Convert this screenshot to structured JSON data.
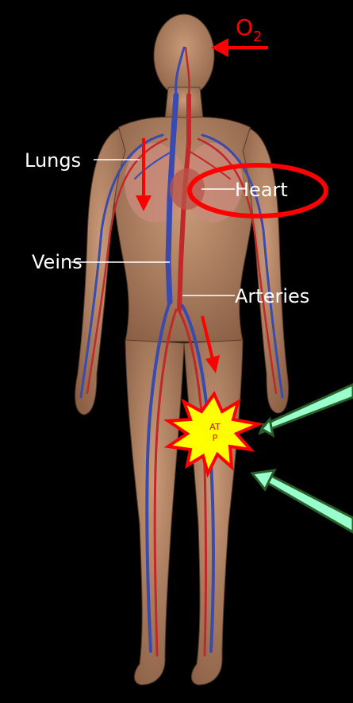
{
  "labels": {
    "oxygen": "O",
    "oxygen_sub": "2",
    "lungs": "Lungs",
    "heart": "Heart",
    "veins": "Veins",
    "arteries": "Arteries",
    "atp_line1": "AT",
    "atp_line2": "P"
  },
  "colors": {
    "background": "#000000",
    "label_text": "#ffffff",
    "annotation_red": "#ff0000",
    "starburst_fill": "#ffff00",
    "starburst_stroke": "#ff0000",
    "pointer_fill": "#99ffcc",
    "pointer_stroke": "#2a5f2a",
    "skin": "#b98a6a",
    "vein_blue": "#3a4bb0",
    "artery_red": "#c0282a"
  }
}
